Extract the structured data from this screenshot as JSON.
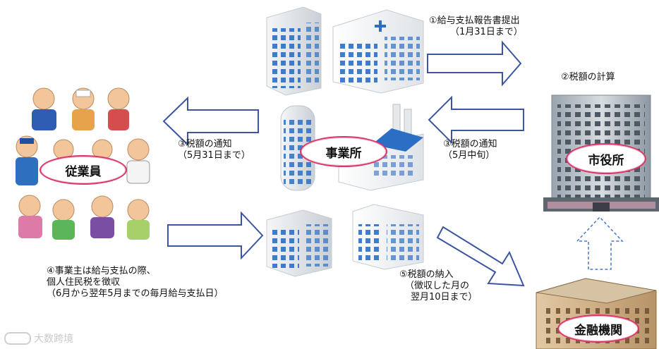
{
  "nodes": {
    "employees": "従業員",
    "office": "事業所",
    "city_hall": "市役所",
    "bank": "金融機関"
  },
  "steps": {
    "s1_line1": "①給与支払報告書提出",
    "s1_line2": "（1月31日まで）",
    "s2": "②税額の計算",
    "s3a_line1": "③税額の通知",
    "s3a_line2": "（5月中旬）",
    "s3b_line1": "③税額の通知",
    "s3b_line2": "（5月31日まで）",
    "s4_line1": "④事業主は給与支払の際、",
    "s4_line2": "個人住民税を徴収",
    "s4_line3": "（6月から翌年5月までの毎月給与支払日）",
    "s5_line1": "⑤税額の納入",
    "s5_line2": "（徴収した月の",
    "s5_line3": "翌月10日まで）"
  },
  "watermark": "大数跨境",
  "colors": {
    "arrow_stroke": "#3c55a0",
    "oval_border": "#d9366a",
    "building_blue": "#2b6fc4"
  }
}
